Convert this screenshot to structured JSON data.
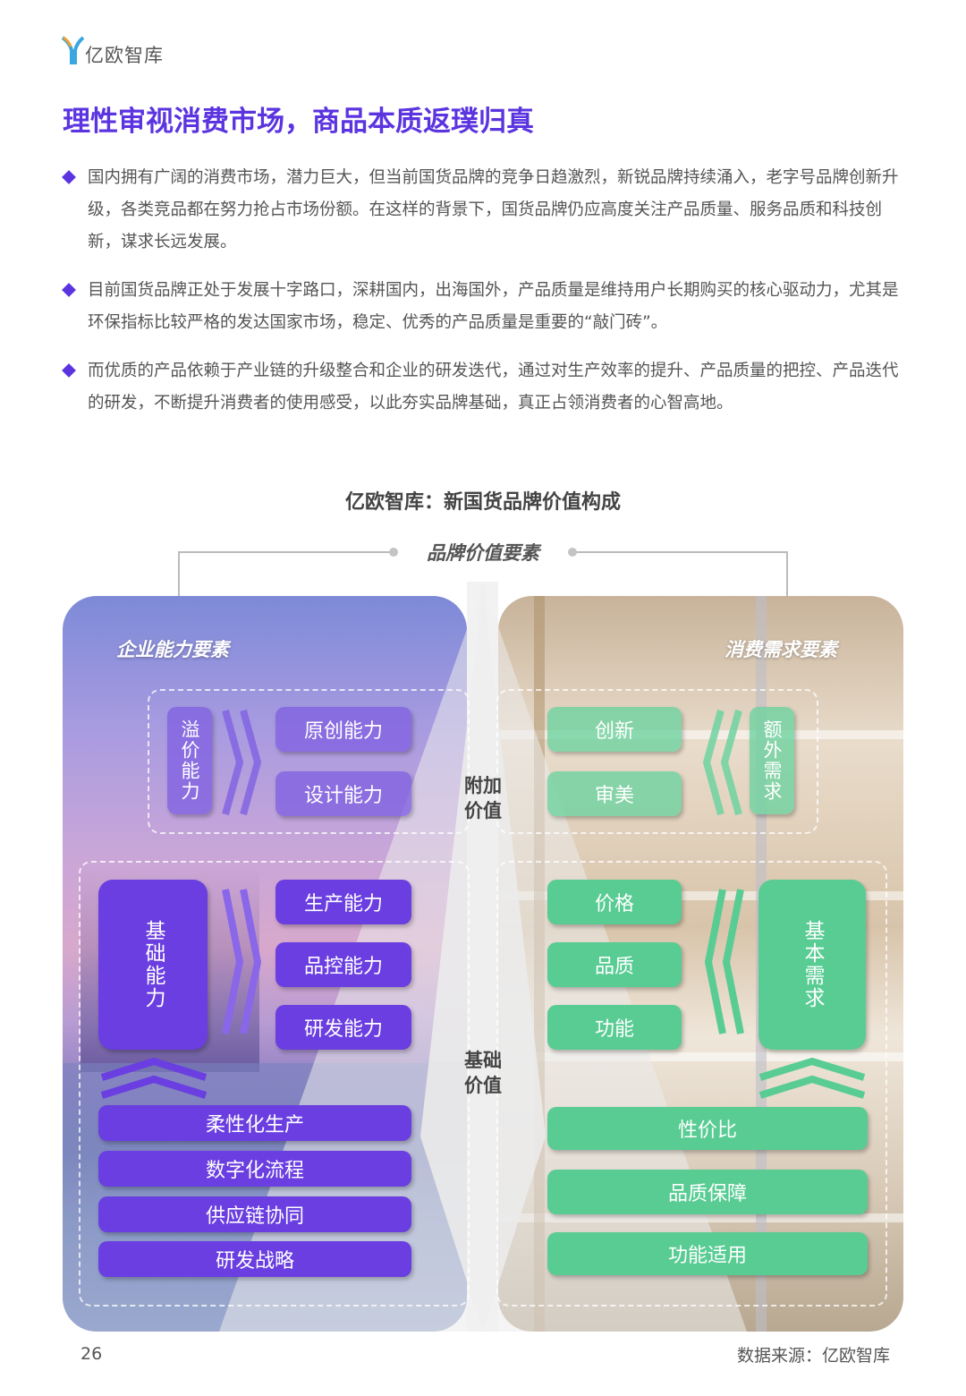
{
  "header": {
    "logo_text": "亿欧智库"
  },
  "page_title": "理性审视消费市场，商品本质返璞归真",
  "bullets": [
    "国内拥有广阔的消费市场，潜力巨大，但当前国货品牌的竞争日趋激烈，新锐品牌持续涌入，老字号品牌创新升级，各类竞品都在努力抢占市场份额。在这样的背景下，国货品牌仍应高度关注产品质量、服务品质和科技创新，谋求长远发展。",
    "目前国货品牌正处于发展十字路口，深耕国内，出海国外，产品质量是维持用户长期购买的核心驱动力，尤其是环保指标比较严格的发达国家市场，稳定、优秀的产品质量是重要的“敲门砖”。",
    "而优质的产品依赖于产业链的升级整合和企业的研发迭代，通过对生产效率的提升、产品质量的把控、产品迭代的研发，不断提升消费者的使用感受，以此夯实品牌基础，真正占领消费者的心智高地。"
  ],
  "diagram": {
    "title": "亿欧智库：新国货品牌价值构成",
    "subtitle": "品牌价值要素",
    "middle": {
      "added": "附加价值",
      "basic": "基础价值"
    },
    "left": {
      "label": "企业能力要素",
      "premium": "溢价能力",
      "premium_items": [
        "原创能力",
        "设计能力"
      ],
      "basic": "基础能力",
      "basic_items": [
        "生产能力",
        "品控能力",
        "研发能力"
      ],
      "foundation": [
        "柔性化生产",
        "数字化流程",
        "供应链协同",
        "研发战略"
      ]
    },
    "right": {
      "label": "消费需求要素",
      "extra": "额外需求",
      "extra_items": [
        "创新",
        "审美"
      ],
      "basic": "基本需求",
      "basic_items": [
        "价格",
        "品质",
        "功能"
      ],
      "foundation": [
        "性价比",
        "品质保障",
        "功能适用"
      ]
    },
    "colors": {
      "purple": "#6a3ee0",
      "green": "#58cc93",
      "title": "#5b34e0"
    }
  },
  "footer": {
    "page": "26",
    "source": "数据来源：亿欧智库"
  }
}
